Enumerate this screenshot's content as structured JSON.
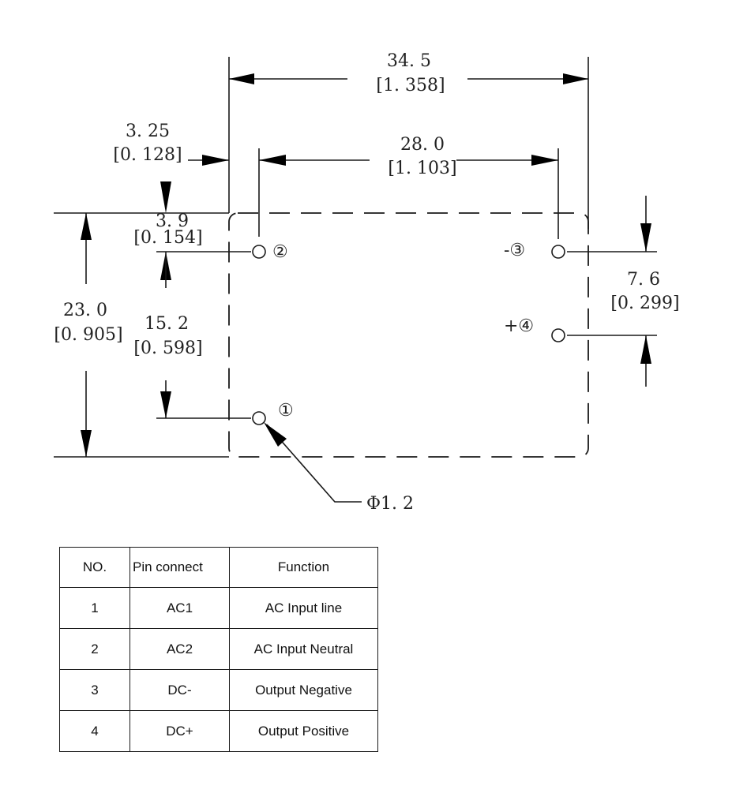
{
  "dimensions": {
    "overall_width": {
      "mm": "34. 5",
      "inch": "[1. 358]"
    },
    "pin_spacing_x": {
      "mm": "28. 0",
      "inch": "[1. 103]"
    },
    "edge_to_pin2": {
      "mm": "3. 25",
      "inch": "[0. 128]"
    },
    "top_to_pin2": {
      "mm": "3. 9",
      "inch": "[0. 154]"
    },
    "pin2_to_pin1": {
      "mm": "15. 2",
      "inch": "[0. 598]"
    },
    "overall_height": {
      "mm": "23. 0",
      "inch": "[0. 905]"
    },
    "pin3_to_pin4": {
      "mm": "7. 6",
      "inch": "[0. 299]"
    },
    "pin_diameter": "Φ1. 2"
  },
  "pin_labels": {
    "pin1": "①",
    "pin2": "②",
    "pin3": "-③",
    "pin4": "+④"
  },
  "table": {
    "headers": [
      "NO.",
      "Pin connect",
      "Function"
    ],
    "rows": [
      [
        "1",
        "AC1",
        "AC Input line"
      ],
      [
        "2",
        "AC2",
        "AC Input Neutral"
      ],
      [
        "3",
        "DC-",
        "Output Negative"
      ],
      [
        "4",
        "DC+",
        "Output Positive"
      ]
    ]
  }
}
